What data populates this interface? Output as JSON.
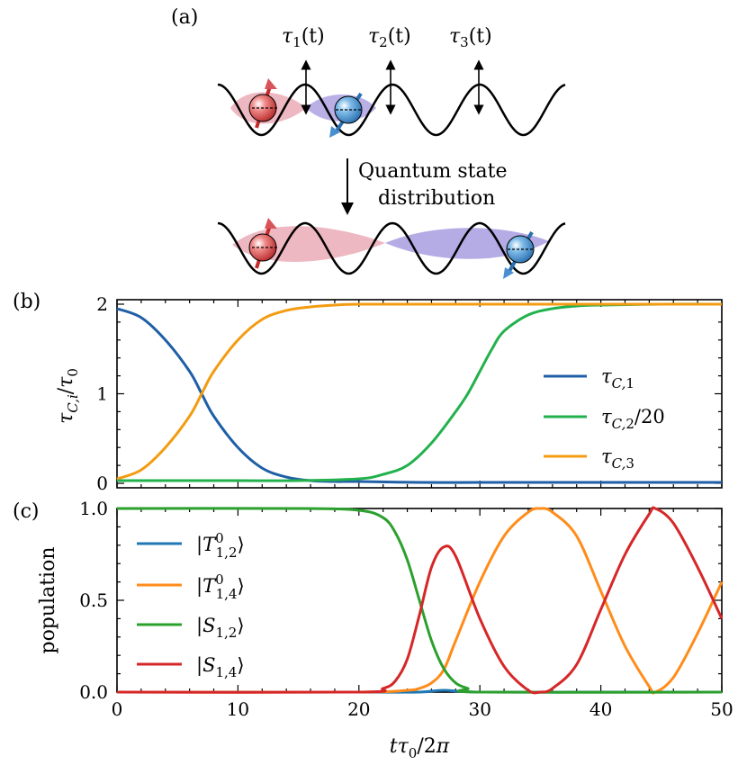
{
  "panel_a": {
    "label": "(a)",
    "timers": [
      {
        "sym": "τ",
        "sub": "1",
        "arg": "(t)"
      },
      {
        "sym": "τ",
        "sub": "2",
        "arg": "(t)"
      },
      {
        "sym": "τ",
        "sub": "3",
        "arg": "(t)"
      }
    ],
    "caption_line1": "Quantum state",
    "caption_line2": "distribution",
    "colors": {
      "red": "#d9545a",
      "blue": "#4a90d0",
      "pink_fill": "#e79aa8",
      "purple_fill": "#9c8fdc"
    }
  },
  "chart_data": [
    {
      "panel_label": "(b)",
      "type": "line",
      "ylabel": "τ_{C,i}/τ_0",
      "xlim": [
        0,
        50
      ],
      "ylim": [
        -0.05,
        2.05
      ],
      "yticks": [
        0,
        1,
        2
      ],
      "xticks": [
        0,
        10,
        20,
        30,
        40,
        50
      ],
      "legend_position": "center-right",
      "series": [
        {
          "name": "τ_{C,1}",
          "color": "#1f5fa6",
          "x": [
            0,
            2,
            4,
            6,
            7,
            8,
            10,
            12,
            14,
            16,
            18,
            20,
            25,
            30,
            35,
            40,
            45,
            50
          ],
          "y": [
            1.95,
            1.85,
            1.6,
            1.25,
            1.0,
            0.75,
            0.4,
            0.17,
            0.07,
            0.03,
            0.02,
            0.02,
            0.01,
            0.01,
            0.01,
            0.01,
            0.01,
            0.01
          ]
        },
        {
          "name": "τ_{C,2}/20",
          "color": "#22b14c",
          "x": [
            0,
            5,
            10,
            15,
            20,
            22,
            24,
            26,
            28,
            29,
            30,
            31,
            32,
            34,
            36,
            38,
            40,
            45,
            50
          ],
          "y": [
            0.03,
            0.03,
            0.03,
            0.03,
            0.05,
            0.1,
            0.2,
            0.45,
            0.8,
            1.0,
            1.25,
            1.5,
            1.7,
            1.88,
            1.95,
            1.98,
            1.99,
            2.0,
            2.0
          ]
        },
        {
          "name": "τ_{C,3}",
          "color": "#f39c12",
          "x": [
            0,
            2,
            4,
            6,
            7,
            8,
            10,
            12,
            14,
            16,
            18,
            20,
            25,
            30,
            35,
            40,
            45,
            50
          ],
          "y": [
            0.05,
            0.15,
            0.4,
            0.75,
            1.0,
            1.25,
            1.6,
            1.83,
            1.93,
            1.97,
            1.99,
            2.0,
            2.0,
            2.0,
            2.0,
            2.0,
            2.0,
            2.0
          ]
        }
      ]
    },
    {
      "panel_label": "(c)",
      "type": "line",
      "xlabel": "tτ_0/2π",
      "ylabel": "population",
      "xlim": [
        0,
        50
      ],
      "ylim": [
        0,
        1.0
      ],
      "yticks": [
        0.0,
        0.5,
        1.0
      ],
      "ytick_labels": [
        "0.0",
        "0.5",
        "1.0"
      ],
      "xticks": [
        0,
        10,
        20,
        30,
        40,
        50
      ],
      "legend_position": "upper-left",
      "series": [
        {
          "name": "|T^0_{1,2}⟩",
          "color": "#1f77b4",
          "x": [
            0,
            10,
            20,
            25,
            27,
            30,
            40,
            50
          ],
          "y": [
            0.0,
            0.0,
            0.0,
            0.0,
            0.01,
            0.0,
            0.0,
            0.0
          ]
        },
        {
          "name": "|T^0_{1,4}⟩",
          "color": "#ff8c1a",
          "x": [
            0,
            20,
            24,
            25,
            26,
            27,
            28,
            30,
            32,
            34,
            35,
            36,
            38,
            40,
            42,
            44,
            44.5,
            46,
            48,
            50
          ],
          "y": [
            0,
            0,
            0.01,
            0.02,
            0.05,
            0.12,
            0.28,
            0.6,
            0.85,
            0.98,
            1.0,
            0.98,
            0.85,
            0.55,
            0.25,
            0.03,
            0.0,
            0.08,
            0.32,
            0.6
          ]
        },
        {
          "name": "|S_{1,2}⟩",
          "color": "#2ca02c",
          "x": [
            0,
            15,
            20,
            22,
            23,
            24,
            25,
            26,
            27,
            28,
            29,
            30,
            50
          ],
          "y": [
            1.0,
            1.0,
            0.99,
            0.95,
            0.87,
            0.72,
            0.5,
            0.28,
            0.13,
            0.05,
            0.02,
            0.0,
            0.0
          ]
        },
        {
          "name": "|S_{1,4}⟩",
          "color": "#d62728",
          "x": [
            0,
            20,
            22,
            23,
            24,
            25,
            26,
            27,
            28,
            30,
            32,
            34,
            35,
            36,
            38,
            40,
            42,
            44,
            44.5,
            46,
            48,
            50
          ],
          "y": [
            0,
            0,
            0.02,
            0.06,
            0.18,
            0.42,
            0.68,
            0.79,
            0.74,
            0.4,
            0.14,
            0.01,
            0.0,
            0.02,
            0.15,
            0.45,
            0.75,
            0.97,
            1.0,
            0.92,
            0.68,
            0.4
          ]
        }
      ]
    }
  ]
}
